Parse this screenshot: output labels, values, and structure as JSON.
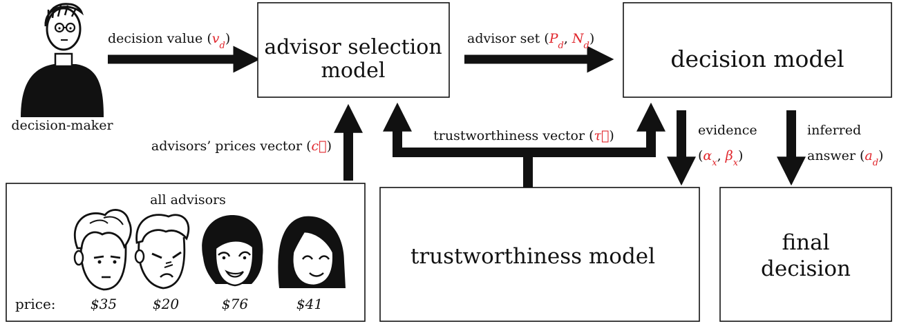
{
  "nodes": {
    "decision_maker": {
      "label": "decision-maker"
    },
    "advisor_selection": {
      "line1": "advisor selection",
      "line2": "model"
    },
    "decision_model": {
      "label": "decision model"
    },
    "all_advisors": {
      "title": "all advisors",
      "price_label": "price:",
      "advisors": [
        {
          "icon": "advisor-1-face-icon",
          "price": "$35"
        },
        {
          "icon": "advisor-2-face-icon",
          "price": "$20"
        },
        {
          "icon": "advisor-3-face-icon",
          "price": "$76"
        },
        {
          "icon": "advisor-4-face-icon",
          "price": "$41"
        }
      ]
    },
    "trustworthiness_model": {
      "label": "trustworthiness model"
    },
    "final_decision": {
      "line1": "final",
      "line2": "decision"
    }
  },
  "edges": {
    "decision_value": {
      "text": "decision value (",
      "var": "v",
      "sub": "d",
      "close": ")"
    },
    "advisor_set": {
      "text": "advisor set (",
      "var1": "P",
      "sub1": "d",
      "sep": ", ",
      "var2": "N",
      "sub2": "d",
      "close": ")"
    },
    "prices_vector": {
      "text": "advisors’ prices vector (",
      "var": "c⃗",
      "close": ")"
    },
    "trust_vector": {
      "text": "trustworthiness vector (",
      "var": "τ⃗",
      "close": ")"
    },
    "evidence": {
      "line1": "evidence",
      "open": "(",
      "var1": "α",
      "sub1": "x",
      "sep": ", ",
      "var2": "β",
      "sub2": "x",
      "close": ")"
    },
    "inferred_answer": {
      "line1": "inferred",
      "text": "answer (",
      "var": "a",
      "sub": "d",
      "close": ")"
    }
  },
  "colors": {
    "variable": "#e0262c",
    "stroke": "#111111"
  }
}
